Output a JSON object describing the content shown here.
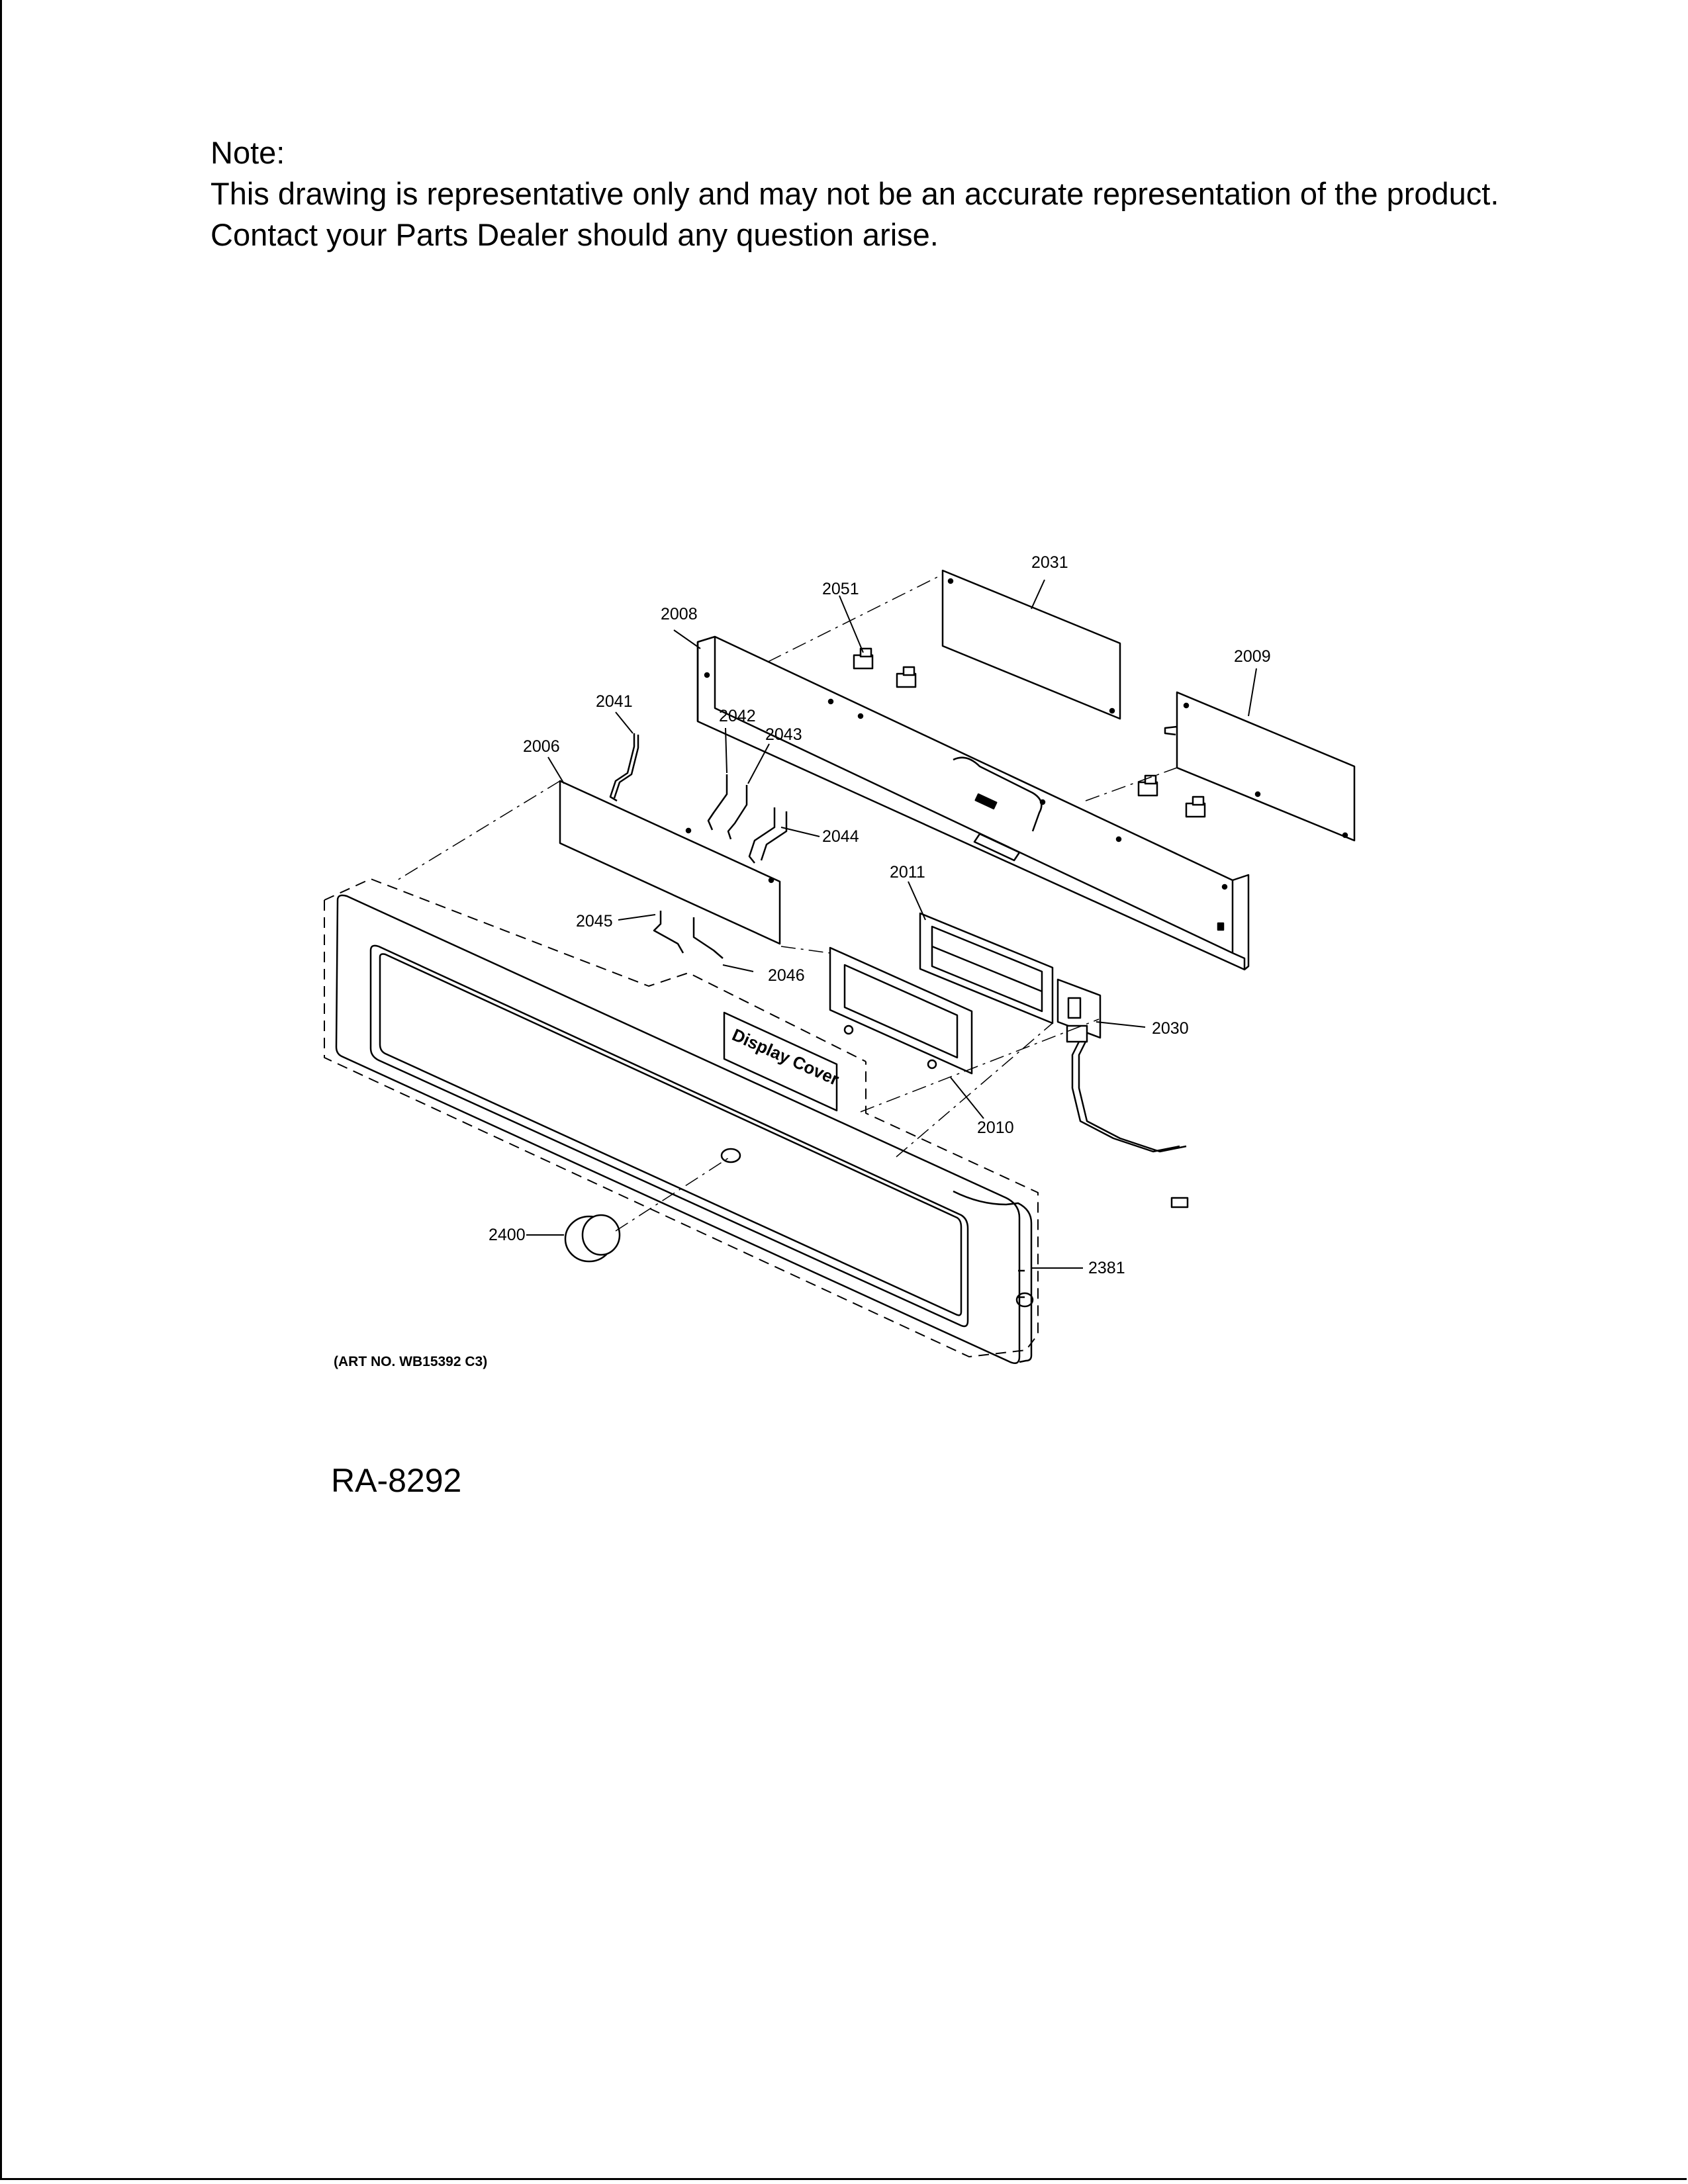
{
  "note": {
    "heading": "Note:",
    "line1": "This drawing is representative only and may not be an accurate representation of the product.",
    "line2": "Contact your Parts Dealer should any question arise."
  },
  "diagram": {
    "callouts": {
      "p2031": "2031",
      "p2051": "2051",
      "p2008": "2008",
      "p2009": "2009",
      "p2041": "2041",
      "p2042": "2042",
      "p2043": "2043",
      "p2006": "2006",
      "p2044": "2044",
      "p2011": "2011",
      "p2045": "2045",
      "p2046": "2046",
      "p2030": "2030",
      "p2010": "2010",
      "p2400": "2400",
      "p2381": "2381"
    },
    "display_cover_label": "Display Cover",
    "art_no": "(ART NO. WB15392 C3)"
  },
  "reference_code": "RA-8292"
}
